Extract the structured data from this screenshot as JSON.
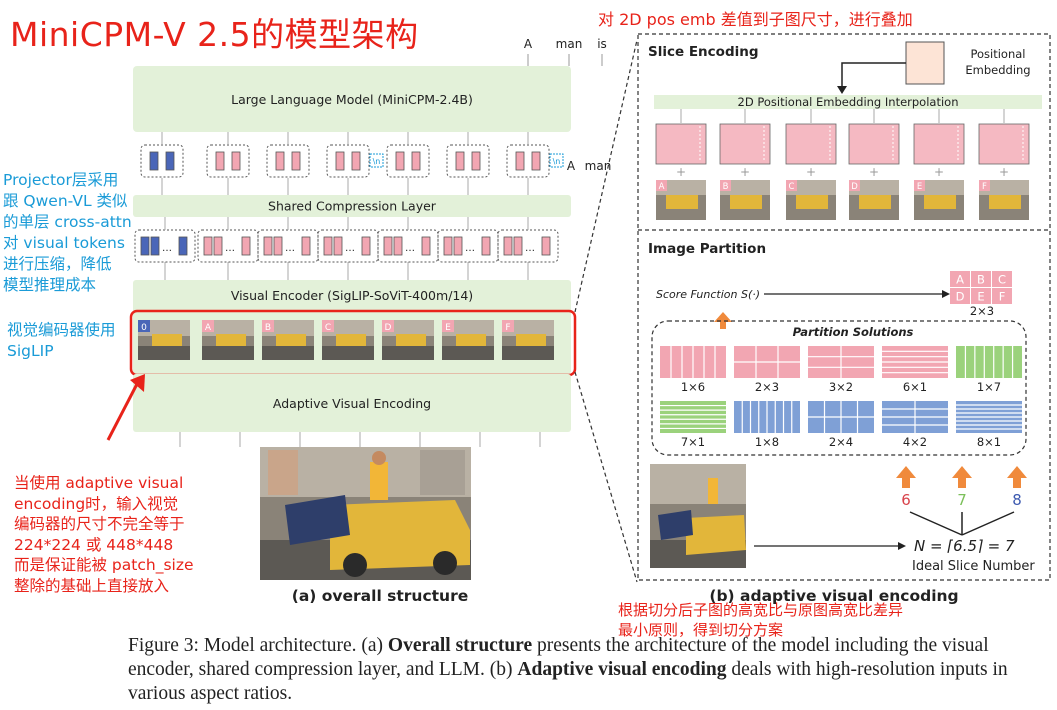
{
  "title": "MiniCPM-V 2.5的模型架构",
  "annotations": {
    "top_right": "对 2D pos emb 差值到子图尺寸，进行叠加",
    "projector": [
      "Projector层采用",
      "跟 Qwen-VL 类似",
      "的单层 cross-attn",
      "对 visual tokens",
      "进行压缩，降低",
      "模型推理成本"
    ],
    "visual_encoder": [
      "视觉编码器使用",
      "SigLIP"
    ],
    "adaptive": [
      "当使用 adaptive visual",
      "encoding时，输入视觉",
      "编码器的尺寸不完全等于",
      "224*224 或 448*448",
      "而是保证能被 patch_size",
      "整除的基础上直接放入"
    ],
    "partition": [
      "根据切分后子图的高宽比与原图高宽比差异",
      "最小原则，得到切分方案"
    ]
  },
  "left": {
    "llm": "Large Language Model (MiniCPM-2.4B)",
    "output_tokens": [
      "A",
      "man",
      "is"
    ],
    "side_tokens": [
      "\\n",
      "A",
      "man"
    ],
    "newline": "\\n",
    "compression": "Shared Compression Layer",
    "visual_encoder": "Visual Encoder (SigLIP-SoViT-400m/14)",
    "adaptive_encoding": "Adaptive Visual Encoding",
    "slice_labels": [
      "0",
      "A",
      "B",
      "C",
      "D",
      "E",
      "F"
    ],
    "caption": "(a) overall  structure"
  },
  "right": {
    "slice_encoding": "Slice Encoding",
    "positional_embedding": [
      "Positional",
      "Embedding"
    ],
    "interp": "2D Positional Embedding Interpolation",
    "slice_labels": [
      "A",
      "B",
      "C",
      "D",
      "E",
      "F"
    ],
    "image_partition": "Image Partition",
    "score_function": "Score Function S(·)",
    "grid_letters": [
      "A",
      "B",
      "C",
      "D",
      "E",
      "F"
    ],
    "grid_label": "2×3",
    "partition_title": "Partition Solutions",
    "solutions_row1": [
      "1×6",
      "2×3",
      "3×2",
      "6×1",
      "1×7"
    ],
    "solutions_row2": [
      "7×1",
      "1×8",
      "2×4",
      "4×2",
      "8×1"
    ],
    "numbers": [
      "6",
      "7",
      "8"
    ],
    "formula": "N = ⌈6.5⌉ = 7",
    "ideal": "Ideal Slice Number",
    "caption": "(b) adaptive visual encoding"
  },
  "figure_caption": {
    "prefix": "Figure 3: Model architecture. (a) ",
    "b1": "Overall structure",
    "mid": " presents the architecture of the model including the visual encoder, shared compression layer, and LLM. (b) ",
    "b2": "Adaptive visual encoding",
    "suffix": " deals with high-resolution inputs in various aspect ratios."
  },
  "colors": {
    "green": "#e3f1d9",
    "pink": "#f2a6b2",
    "blue": "#4a66b8",
    "light_blue": "#7fa0d6",
    "light_green": "#9bd27c",
    "orange": "#f08a3c",
    "red": "#e8231a",
    "cyan": "#1a9bd7"
  }
}
